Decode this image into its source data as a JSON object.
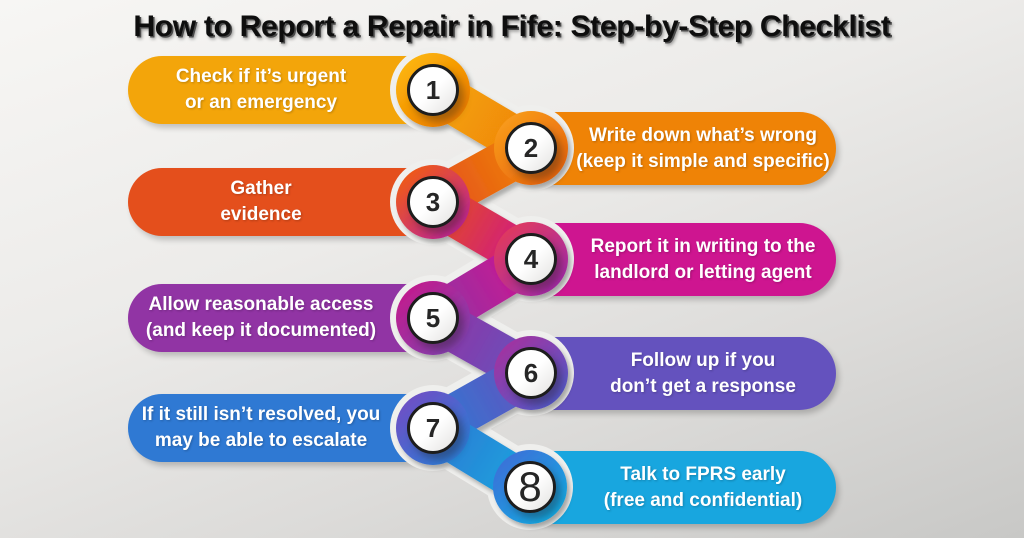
{
  "title": "How to Report a Repair in Fife: Step-by-Step Checklist",
  "steps": [
    {
      "number": "1",
      "line1": "Check if it’s urgent",
      "line2": "or an emergency",
      "color": "#F3A50A"
    },
    {
      "number": "2",
      "line1": "Write down what’s wrong",
      "line2": "(keep it simple and specific)",
      "color": "#EF8306"
    },
    {
      "number": "3",
      "line1": "Gather",
      "line2": "evidence",
      "color": "#E44F1C"
    },
    {
      "number": "4",
      "line1": "Report it in writing to the",
      "line2": "landlord or letting agent",
      "color": "#CE1590"
    },
    {
      "number": "5",
      "line1": "Allow reasonable access",
      "line2": "(and keep it documented)",
      "color": "#9134A4"
    },
    {
      "number": "6",
      "line1": "Follow up if you",
      "line2": "don’t get a response",
      "color": "#6452BE"
    },
    {
      "number": "7",
      "line1": "If it still isn’t resolved, you",
      "line2": "may be able to escalate",
      "color": "#2F79D3"
    },
    {
      "number": "8",
      "line1": "Talk to FPRS early",
      "line2": "(free and confidential)",
      "color": "#18A6DF"
    }
  ],
  "chain": {
    "halo_color": "#EFEFED",
    "rings": [
      {
        "from": "#FCB50A",
        "to": "#EE7D00"
      },
      {
        "from": "#F89B1B",
        "to": "#E8650C"
      },
      {
        "from": "#EF5A17",
        "to": "#C02693"
      },
      {
        "from": "#E03A5E",
        "to": "#A62BA8"
      },
      {
        "from": "#C11C8E",
        "to": "#8440AE"
      },
      {
        "from": "#A233A0",
        "to": "#5558C8"
      },
      {
        "from": "#6E4FC5",
        "to": "#2E7BD5"
      },
      {
        "from": "#3B71D8",
        "to": "#15A9E2"
      }
    ],
    "links": [
      {
        "from": "#F5A608",
        "to": "#EF8306"
      },
      {
        "from": "#EF8306",
        "to": "#E44F1C"
      },
      {
        "from": "#E44F1C",
        "to": "#CE1590"
      },
      {
        "from": "#CE1590",
        "to": "#9134A4"
      },
      {
        "from": "#9134A4",
        "to": "#6452BE"
      },
      {
        "from": "#6452BE",
        "to": "#2F79D3"
      },
      {
        "from": "#2F79D3",
        "to": "#18A6DF"
      }
    ]
  }
}
